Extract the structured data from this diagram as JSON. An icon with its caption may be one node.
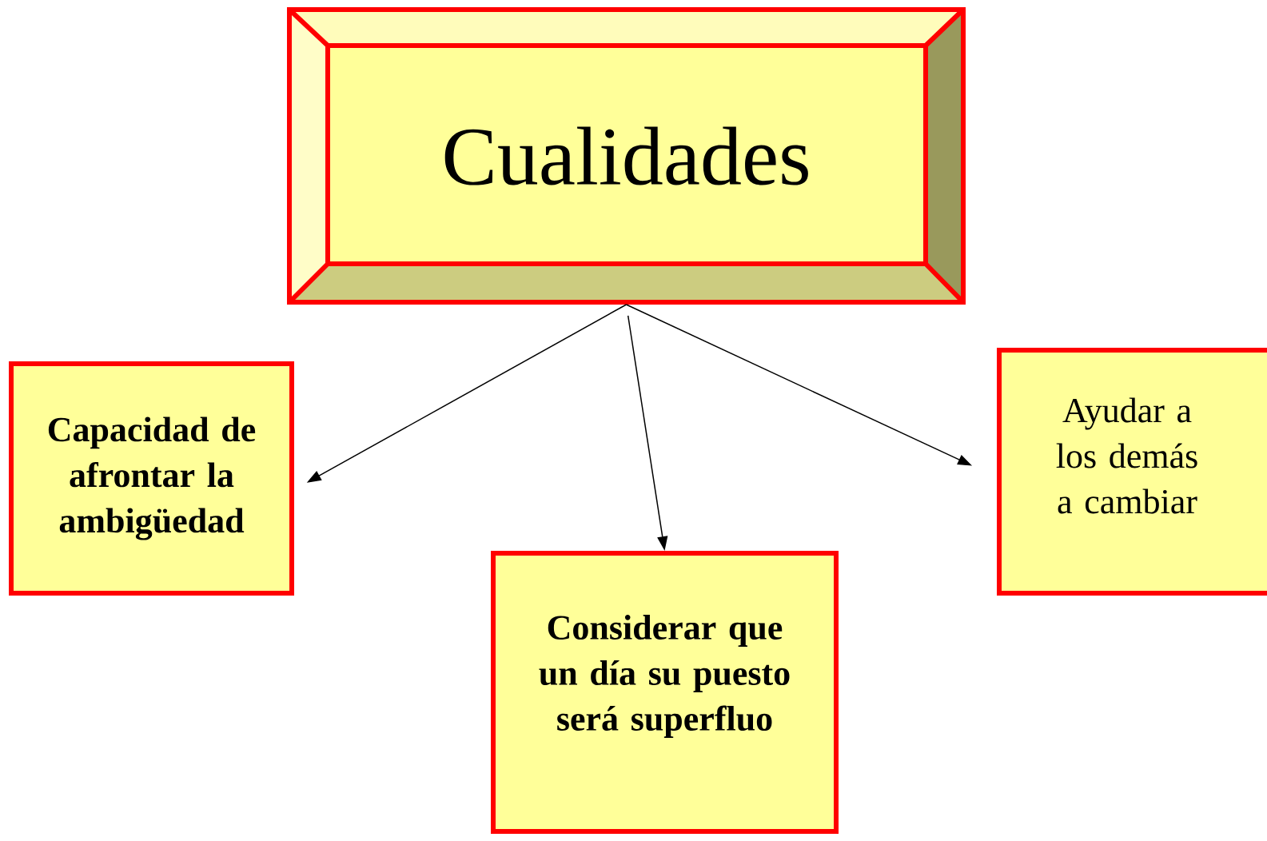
{
  "diagram": {
    "nodes": [
      {
        "text": [
          "Cualidades"
        ]
      },
      {
        "text": [
          "Capacidad de afrontar la ambigüedad"
        ]
      },
      {
        "text": [
          "Considerar que un día su puesto será superfluo"
        ]
      },
      {
        "text": [
          "Ayudar a los demás a cambiar"
        ]
      }
    ],
    "edges": [
      {
        "from": 0,
        "to": 1,
        "arrow": "to"
      },
      {
        "from": 0,
        "to": 2,
        "arrow": "to"
      },
      {
        "from": 0,
        "to": 3,
        "arrow": "to"
      }
    ]
  }
}
